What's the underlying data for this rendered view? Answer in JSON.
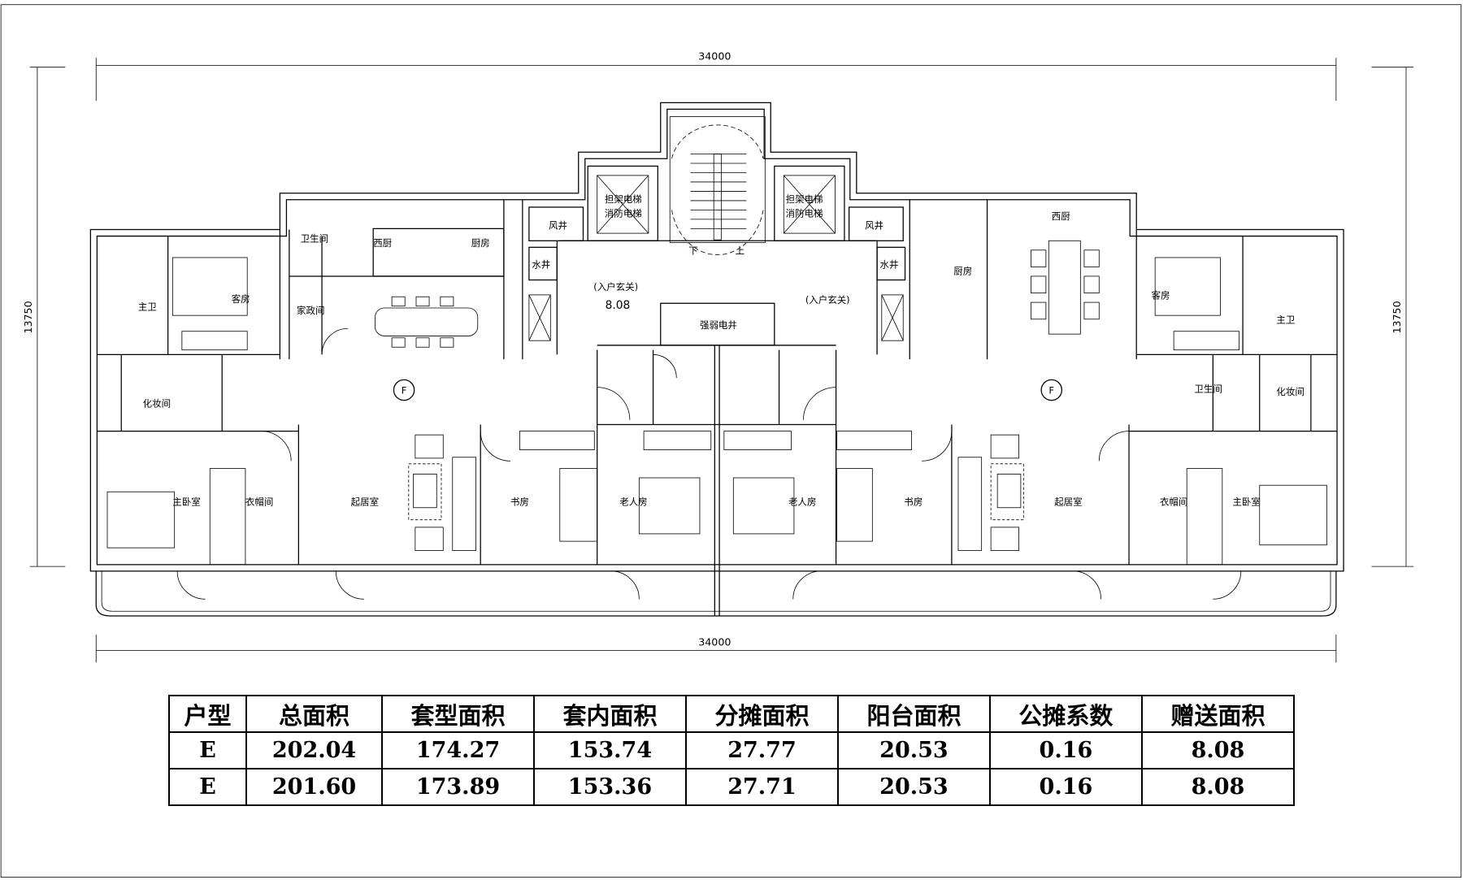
{
  "plan": {
    "dimensions": {
      "top": "34000",
      "bottom": "34000",
      "left": "13750",
      "right": "13750"
    },
    "axis_marker": "F",
    "core": {
      "shaft_left": "风井",
      "shaft_right": "风井",
      "elevator_left": [
        "担架电梯",
        "消防电梯"
      ],
      "elevator_right": [
        "担架电梯",
        "消防电梯"
      ],
      "stair_down": "下",
      "stair_up": "上",
      "water_shaft_left": "水井",
      "water_shaft_right": "水井",
      "entry_left": "(入户玄关)",
      "entry_left_area": "8.08",
      "entry_right": "(入户玄关)",
      "electric_shaft": "强弱电井"
    },
    "left_unit": {
      "master_bath": "主卫",
      "guest_room": "客房",
      "toilet": "卫生间",
      "western_kitchen": "西厨",
      "kitchen": "厨房",
      "utility": "家政间",
      "dressing": "化妆间",
      "master_bedroom": "主卧室",
      "closet": "衣帽间",
      "living": "起居室",
      "study": "书房",
      "elder_room": "老人房"
    },
    "right_unit": {
      "master_bath": "主卫",
      "guest_room": "客房",
      "toilet": "卫生间",
      "western_kitchen": "西厨",
      "kitchen": "厨房",
      "dressing": "化妆间",
      "master_bedroom": "主卧室",
      "closet": "衣帽间",
      "living": "起居室",
      "study": "书房",
      "elder_room": "老人房"
    }
  },
  "table": {
    "headers": [
      "户型",
      "总面积",
      "套型面积",
      "套内面积",
      "分摊面积",
      "阳台面积",
      "公摊系数",
      "赠送面积"
    ],
    "rows": [
      [
        "E",
        "202.04",
        "174.27",
        "153.74",
        "27.77",
        "20.53",
        "0.16",
        "8.08"
      ],
      [
        "E",
        "201.60",
        "173.89",
        "153.36",
        "27.71",
        "20.53",
        "0.16",
        "8.08"
      ]
    ]
  }
}
